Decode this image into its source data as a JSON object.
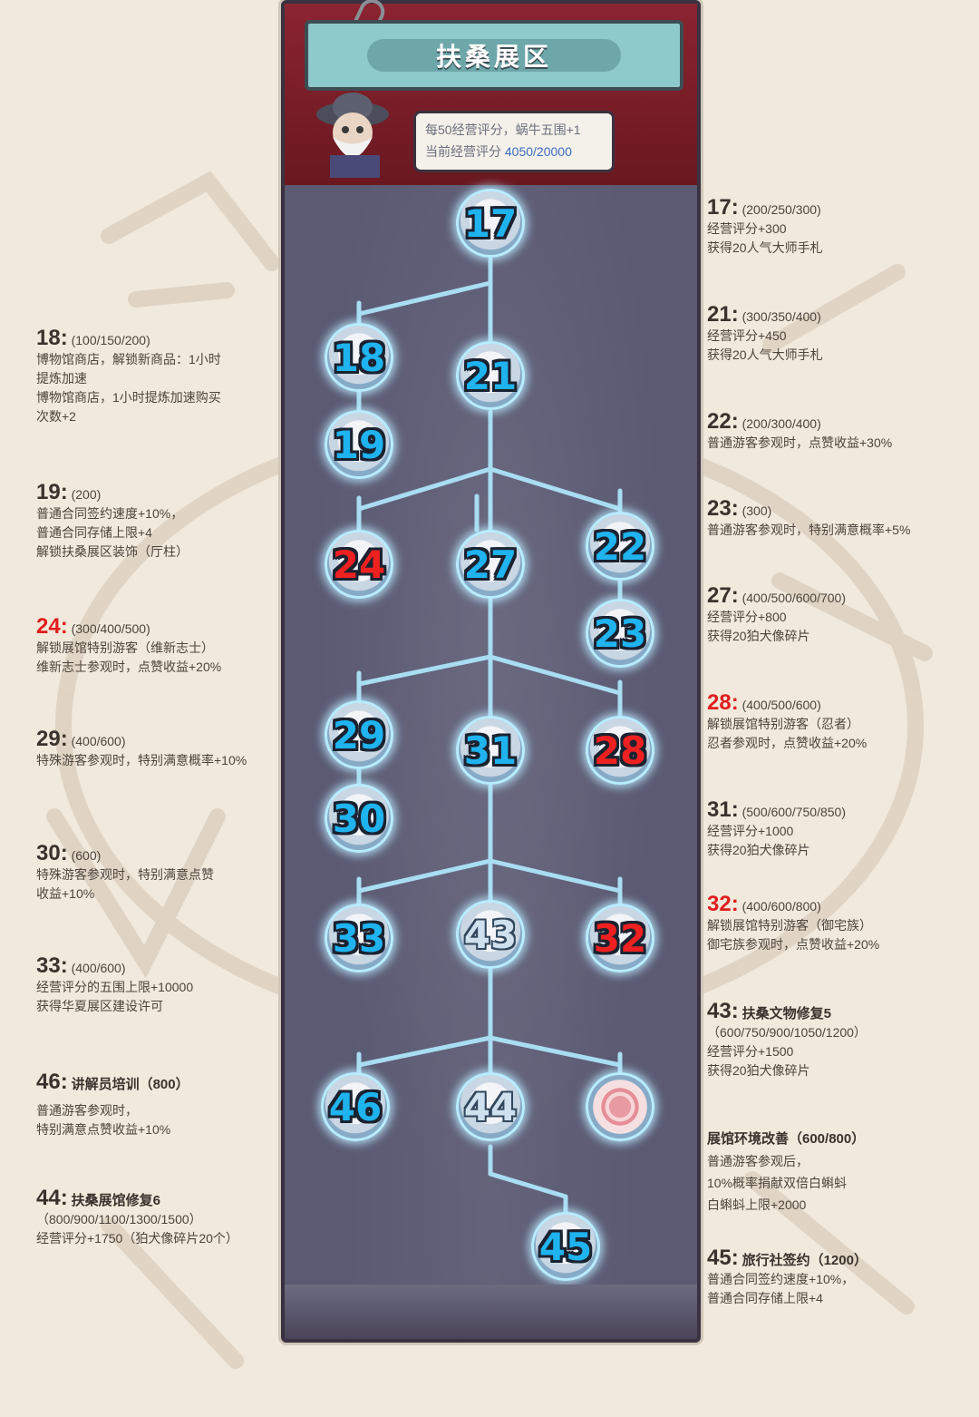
{
  "header": {
    "title": "扶桑展区",
    "tip_line1": "每50经营评分，蜗牛五围+1",
    "tip_line2_label": "当前经营评分",
    "tip_line2_value": "4050/20000"
  },
  "nodes": {
    "n17": "17",
    "n18": "18",
    "n19": "19",
    "n21": "21",
    "n22": "22",
    "n23": "23",
    "n24": "24",
    "n27": "27",
    "n28": "28",
    "n29": "29",
    "n30": "30",
    "n31": "31",
    "n32": "32",
    "n33": "33",
    "n43": "43",
    "n44": "44",
    "n45": "45",
    "n46": "46"
  },
  "left_notes": {
    "n18": {
      "num": "18:",
      "cost": "(100/150/200)",
      "lines": [
        "博物馆商店，解锁新商品：1小时",
        "提炼加速",
        "博物馆商店，1小时提炼加速购买",
        "次数+2"
      ]
    },
    "n19": {
      "num": "19:",
      "cost": "(200)",
      "lines": [
        "普通合同签约速度+10%，",
        "普通合同存储上限+4",
        "解锁扶桑展区装饰（厅柱）"
      ]
    },
    "n24": {
      "num": "24:",
      "cost": "(300/400/500)",
      "lines": [
        "解锁展馆特别游客（维新志士）",
        "维新志士参观时，点赞收益+20%"
      ]
    },
    "n29": {
      "num": "29:",
      "cost": "(400/600)",
      "lines": [
        "特殊游客参观时，特别满意概率+10%"
      ]
    },
    "n30": {
      "num": "30:",
      "cost": "(600)",
      "lines": [
        "特殊游客参观时，特别满意点赞",
        "收益+10%"
      ]
    },
    "n33": {
      "num": "33:",
      "cost": "(400/600)",
      "lines": [
        "经营评分的五围上限+10000",
        "获得华夏展区建设许可"
      ]
    },
    "n46": {
      "num": "46:",
      "head": "讲解员培训（800）",
      "lines": [
        "普通游客参观时，",
        "特别满意点赞收益+10%"
      ]
    },
    "n44": {
      "num": "44:",
      "head": "扶桑展馆修复6",
      "lines": [
        "（800/900/1100/1300/1500）",
        "经营评分+1750（狛犬像碎片20个）"
      ]
    }
  },
  "right_notes": {
    "n17": {
      "num": "17:",
      "cost": "(200/250/300)",
      "lines": [
        "经营评分+300",
        "获得20人气大师手札"
      ]
    },
    "n21": {
      "num": "21:",
      "cost": "(300/350/400)",
      "lines": [
        "经营评分+450",
        "获得20人气大师手札"
      ]
    },
    "n22": {
      "num": "22:",
      "cost": "(200/300/400)",
      "lines": [
        "普通游客参观时，点赞收益+30%"
      ]
    },
    "n23": {
      "num": "23:",
      "cost": "(300)",
      "lines": [
        "普通游客参观时，特别满意概率+5%"
      ]
    },
    "n27": {
      "num": "27:",
      "cost": "(400/500/600/700)",
      "lines": [
        "经营评分+800",
        "获得20狛犬像碎片"
      ]
    },
    "n28": {
      "num": "28:",
      "cost": "(400/500/600)",
      "lines": [
        "解锁展馆特别游客（忍者）",
        "忍者参观时，点赞收益+20%"
      ]
    },
    "n31": {
      "num": "31:",
      "cost": "(500/600/750/850)",
      "lines": [
        "经营评分+1000",
        "获得20狛犬像碎片"
      ]
    },
    "n32": {
      "num": "32:",
      "cost": "(400/600/800)",
      "lines": [
        "解锁展馆特别游客（御宅族）",
        "御宅族参观时，点赞收益+20%"
      ]
    },
    "n43": {
      "num": "43:",
      "head": "扶桑文物修复5",
      "lines": [
        "（600/750/900/1050/1200）",
        "经营评分+1500",
        "获得20狛犬像碎片"
      ]
    },
    "env": {
      "lines": [
        "展馆环境改善（600/800）",
        "普通游客参观后，",
        "10%概率捐献双倍白蝌蚪",
        "白蝌蚪上限+2000"
      ]
    },
    "n45": {
      "num": "45:",
      "head": "旅行社签约（1200）",
      "lines": [
        "普通合同签约速度+10%，",
        "普通合同存储上限+4"
      ]
    }
  },
  "icons": {
    "spiral_node": "spiral-icon",
    "guide": "old-man-avatar-icon"
  },
  "colors": {
    "blue_number": "#1fb3ef",
    "red_number": "#ef2020",
    "red_label": "#e21d1d",
    "panel": "#5b5a73",
    "banner": "#8ec9cb"
  }
}
